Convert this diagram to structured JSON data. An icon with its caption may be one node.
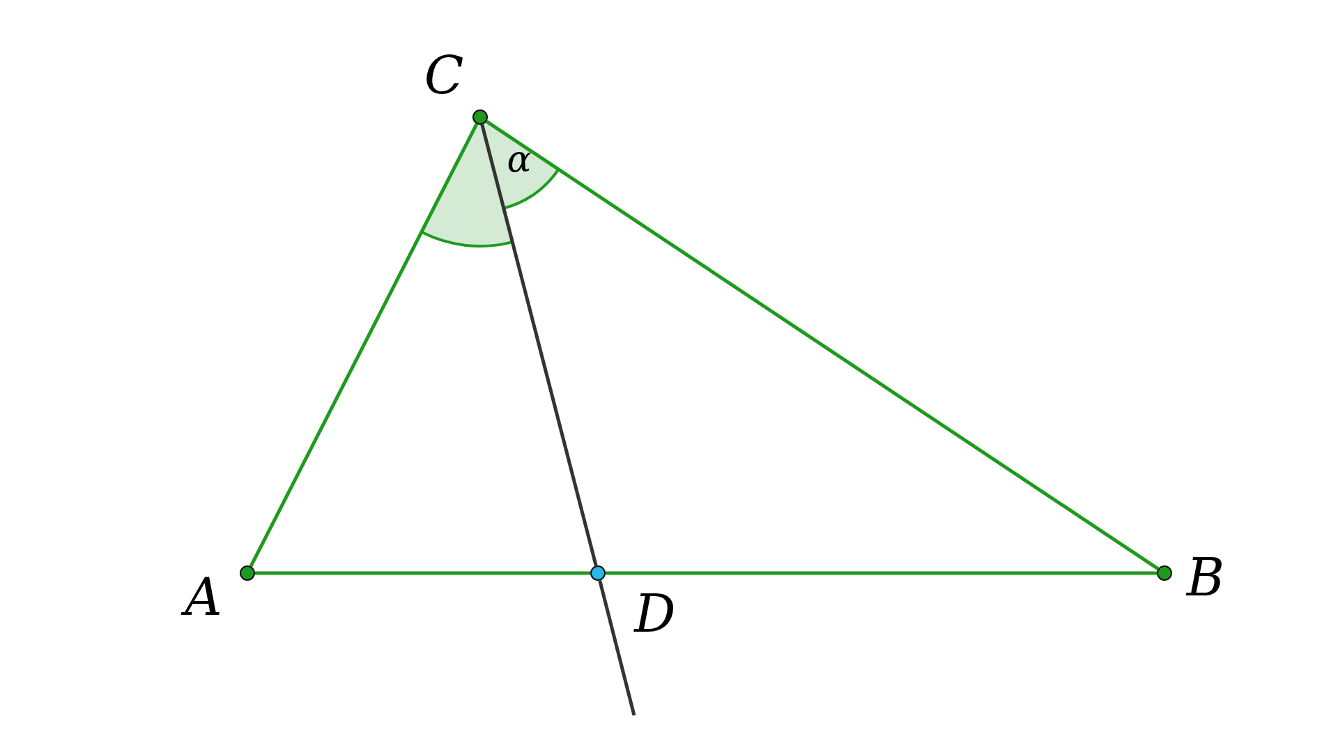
{
  "diagram": {
    "nodes": [
      {
        "text": [],
        "shape": "circle",
        "beside": [
          "C"
        ]
      },
      {
        "text": [],
        "shape": "circle",
        "beside": [
          "A"
        ]
      },
      {
        "text": [],
        "shape": "circle",
        "beside": [
          "D"
        ]
      },
      {
        "text": [],
        "shape": "circle",
        "beside": [
          "B"
        ]
      }
    ],
    "edges": [
      {
        "from": 0,
        "to": 1,
        "arrow": "none"
      },
      {
        "from": 0,
        "to": 3,
        "arrow": "none"
      },
      {
        "from": 1,
        "to": 2,
        "arrow": "none"
      },
      {
        "from": 2,
        "to": 3,
        "arrow": "none"
      },
      {
        "from": 0,
        "to": 2,
        "arrow": "none",
        "color": "#333333"
      },
      {
        "from": 2,
        "to": null,
        "arrow": "none",
        "color": "#333333"
      }
    ],
    "labels": [
      "α"
    ]
  }
}
